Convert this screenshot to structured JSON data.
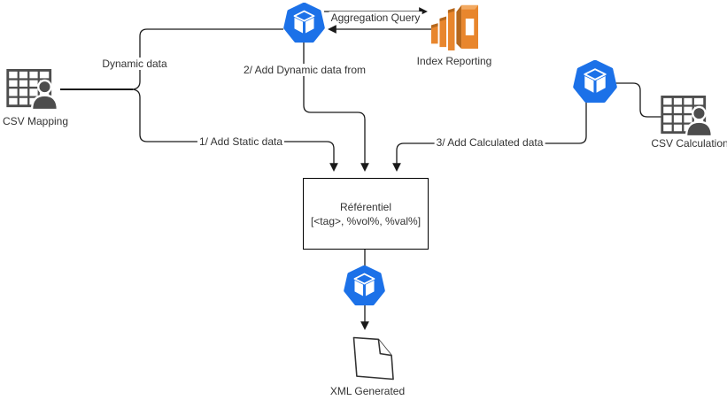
{
  "diagram": {
    "top": {
      "aggregation_query": "Aggregation Query",
      "index_reporting": "Index Reporting"
    },
    "left": {
      "dynamic_data": "Dynamic data",
      "csv_mapping": "CSV Mapping",
      "add_static": "1/ Add Static data"
    },
    "center": {
      "add_dynamic": "2/ Add Dynamic data from",
      "referentiel_title": "Référentiel",
      "referentiel_subtitle": "[<tag>, %vol%, %val%]"
    },
    "right": {
      "add_calculated": "3/ Add Calculated data",
      "csv_calculation": "CSV Calculation"
    },
    "bottom": {
      "xml_generated": "XML Generated"
    }
  },
  "colors": {
    "cube_blue": "#1c71e8",
    "aws_orange": "#e8862d",
    "aws_orange_dark": "#b5671c",
    "aws_orange_light": "#f2a961",
    "icon_gray": "#4d4d4d",
    "line": "#1a1a1a",
    "text": "#333333"
  }
}
